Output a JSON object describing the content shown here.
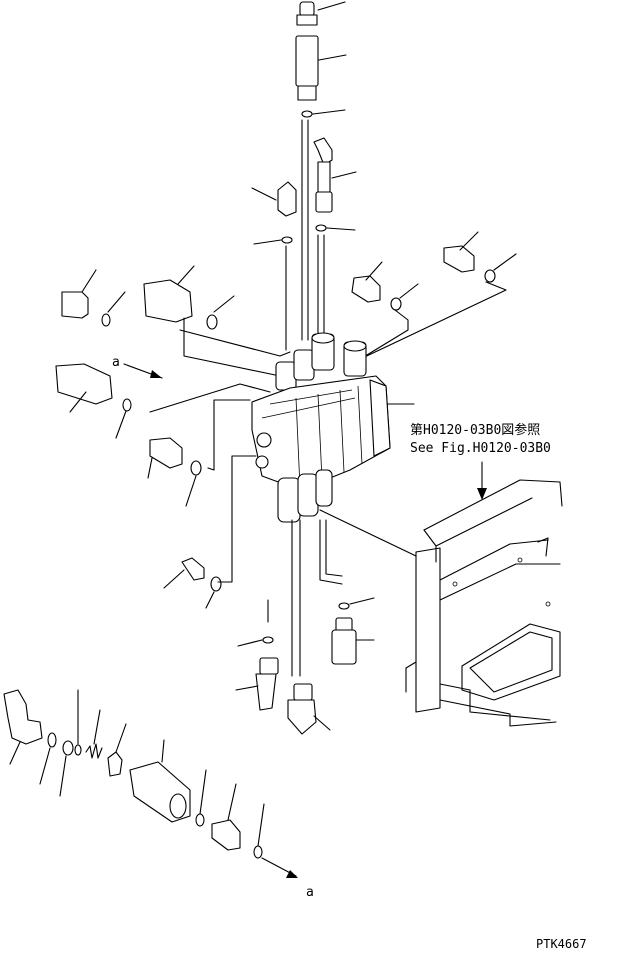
{
  "reference": {
    "japanese": "第H0120-03B0図参照",
    "english": "See Fig.H0120-03B0"
  },
  "connection_label_top": "a",
  "connection_label_bottom": "a",
  "drawing_code": "PTK4667"
}
